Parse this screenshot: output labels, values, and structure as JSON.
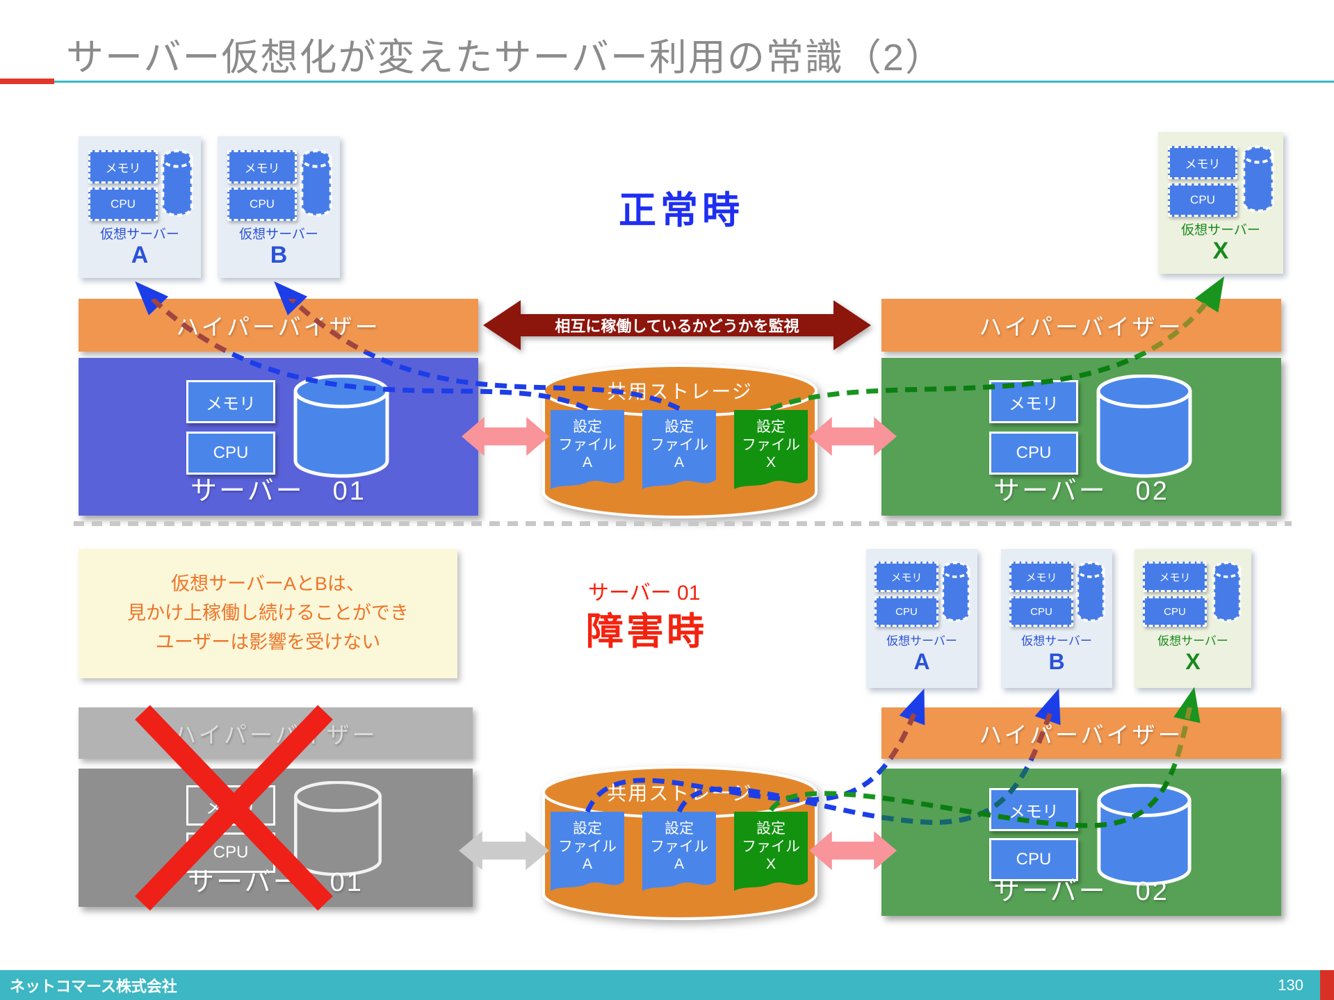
{
  "slide": {
    "title": "サーバー仮想化が変えたサーバー利用の常識（2）"
  },
  "normal": {
    "heading": "正常時",
    "monitor": "相互に稼働しているかどうかを監視"
  },
  "failure": {
    "server": "サーバー 01",
    "heading": "障害時",
    "note1": "仮想サーバーAとBは、",
    "note2": "見かけ上稼働し続けることができ",
    "note3": "ユーザーは影響を受けない"
  },
  "labels": {
    "memory": "メモリ",
    "cpu": "CPU",
    "vm": "仮想サーバー",
    "hypervisor": "ハイパーバイザー",
    "server01": "サーバー　01",
    "server02": "サーバー　02",
    "storage": "共用ストレージ"
  },
  "letters": {
    "a": "A",
    "b": "B",
    "x": "X"
  },
  "config_files": {
    "l1": "設定",
    "l2": "ファイル",
    "a": "A",
    "x": "X"
  },
  "footer": {
    "company": "ネットコマース株式会社",
    "page": "130"
  },
  "colors": {
    "title_gray": "#8b8b8b",
    "accent_teal": "#38b7c5",
    "accent_red": "#e3362a",
    "normal_blue": "#1e2ff2",
    "failure_red": "#f3230f",
    "hypervisor_orange": "#f0964f",
    "server01_blue": "#5a62da",
    "server02_green": "#56a156",
    "storage_orange": "#e2862c",
    "file_blue": "#4a86ea",
    "file_green": "#12920f",
    "monitor_darkred": "#8c150c",
    "link_blue": "#1c3ee8",
    "link_green": "#19941f",
    "note_bg": "#fbf7d9",
    "note_orange": "#ee7428",
    "dead_gray": "#8f8f8f",
    "cross_red": "#ee2018",
    "footer_teal": "#3cb7c3"
  }
}
